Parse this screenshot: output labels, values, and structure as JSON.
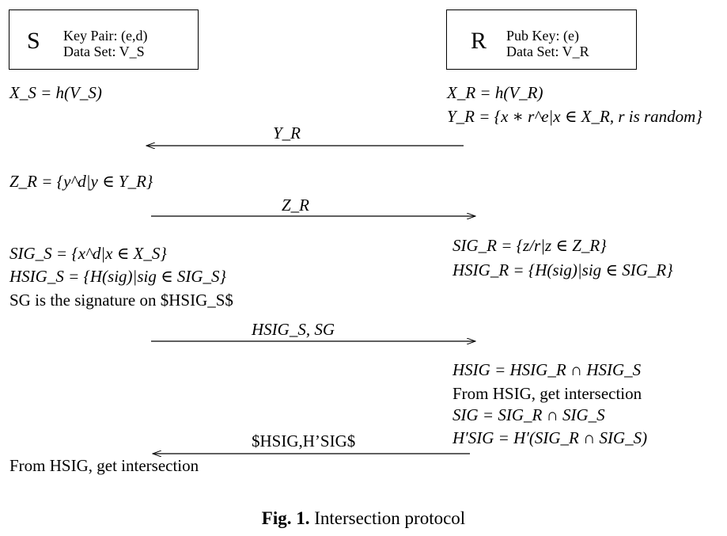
{
  "sender": {
    "letter": "S",
    "line1": "Key Pair: (e,d)",
    "line2": "Data Set: V_S"
  },
  "receiver": {
    "letter": "R",
    "line1": "Pub Key: (e)",
    "line2": "Data Set: V_R"
  },
  "left_steps": {
    "xs": "X_S = h(V_S)",
    "zr": "Z_R = {y^d|y ∈ Y_R}",
    "sigs": "SIG_S = {x^d|x ∈ X_S}",
    "hsigs": "HSIG_S = {H(sig)|sig ∈ SIG_S}",
    "sg": "SG is the signature on $HSIG_S$",
    "final": "From HSIG, get intersection"
  },
  "right_steps": {
    "xr": "X_R = h(V_R)",
    "yr": "Y_R = {x ∗ r^e|x ∈ X_R, r is random}",
    "sigr": "SIG_R = {z/r|z ∈ Z_R}",
    "hsigr": "HSIG_R = {H(sig)|sig ∈ SIG_R}",
    "hsig": "HSIG = HSIG_R ∩ HSIG_S",
    "from": "From HSIG, get intersection",
    "sig": "SIG = SIG_R ∩ SIG_S",
    "hprime": "H′SIG = H′(SIG_R ∩ SIG_S)"
  },
  "messages": {
    "m1": "Y_R",
    "m2": "Z_R",
    "m3": "HSIG_S, SG",
    "m4": "$HSIG,H’SIG$"
  },
  "caption": {
    "label": "Fig. 1.",
    "text": "Intersection protocol"
  }
}
